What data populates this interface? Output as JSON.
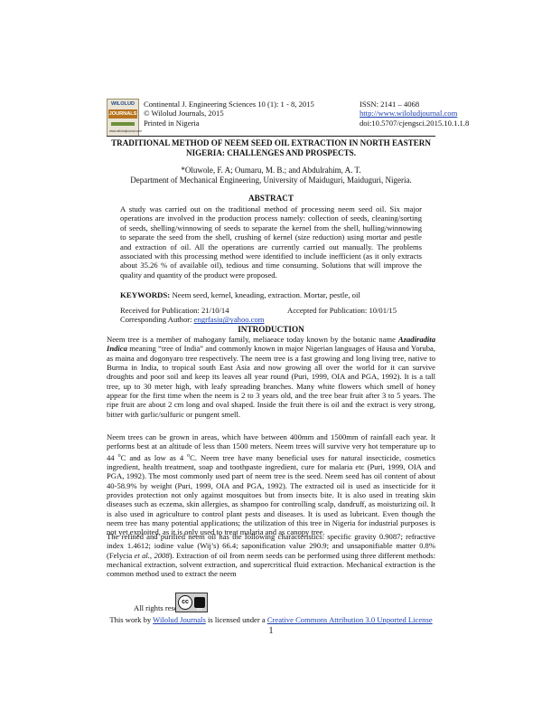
{
  "logo": {
    "line1": "WILOLUD",
    "line2": "JOURNALS",
    "line3": "www.wiloludjournal.com"
  },
  "header": {
    "journal": "Continental J. Engineering Sciences 10 (1): 1 - 8, 2015",
    "copyright": "© Wilolud Journals, 2015",
    "printed": "Printed in Nigeria",
    "issn": "ISSN: 2141 – 4068",
    "url": "http://www.wiloludjournal.com",
    "doi": "doi:10.5707/cjengsci.2015.10.1.1.8"
  },
  "title_line1": "TRADITIONAL METHOD OF NEEM SEED OIL EXTRACTION IN NORTH EASTERN",
  "title_line2": "NIGERIA: CHALLENGES AND PROSPECTS.",
  "authors": "*Oluwole, F. A; Oumaru, M. B.; and Abdulrahim, A. T.",
  "affiliation": "Department of Mechanical Engineering, University of Maiduguri, Maiduguri, Nigeria.",
  "abstract_heading": "ABSTRACT",
  "abstract_text": "A study was carried out on the traditional method of processing neem seed oil. Six major operations are involved in the production process namely: collection of seeds, cleaning/sorting of seeds, shelling/winnowing of seeds to separate the kernel from the shell, hulling/winnowing to separate the seed from the shell, crushing of kernel (size reduction) using mortar and pestle and extraction of oil. All the operations are currently carried out manually. The problems associated with this processing method were identified to include inefficient (as it only extracts about 35.26 % of available oil), tedious and time consuming. Solutions that will improve the quality and quantity of the product were proposed.",
  "keywords_label": "KEYWORDS:",
  "keywords": "Neem seed, kernel, kneading, extraction. Mortar, pestle, oil",
  "received": "Received for Publication: 21/10/14",
  "accepted": "Accepted for Publication: 10/01/15",
  "corresponding_label": "Corresponding Author:",
  "corresponding_email": "engrfasiu@yahoo.com",
  "intro_heading": "INTRODUCTION",
  "para1": {
    "pre": "Neem tree is a member of mahogany family, meliaeace today known by the botanic name ",
    "italic": "Azadiradita Indica",
    "post": " meaning “tree of India” and commonly known in major Nigerian languages of Hausa and Yoruba, as maina and dogonyaro tree respectively. The neem tree is a fast growing and long living tree, native to Burma in India, to tropical south East Asia and now growing all over the world for it can survive droughts and poor soil and keep its leaves all year round (Puri, 1999, OIA and PGA, 1992). It is a tall tree, up to 30 meter high, with leafy spreading branches. Many white flowers which smell of honey appear for the first time when the neem is 2 to 3 years old, and the tree bear fruit after 3 to 5 years. The ripe fruit are about 2 cm long and oval shaped. Inside the fruit there is oil and the extract is very strong, bitter with garlic/sulfuric or pungent smell."
  },
  "para2": {
    "pre": "Neem trees can be grown in areas, which have between 400mm and 1500mm of rainfall each year. It performs best at an altitude of less than 1500 meters. Neem trees will survive very hot temperature up to 44 ",
    "deg1": "o",
    "mid": "C and as low as 4 ",
    "deg2": "o",
    "post": "C. Neem tree have many beneficial uses for natural insecticide, cosmetics ingredient, health treatment, soap and toothpaste ingredient, cure for malaria etc (Puri, 1999, OIA and PGA, 1992). The most commonly used part of neem tree is the seed. Neem seed has oil content of about 40-58.9% by weight (Puri, 1999, OIA and PGA, 1992). The extracted oil is used as insecticide for it provides protection not only against mosquitoes but from insects bite. It is also used in treating skin diseases such as eczema, skin allergies, as shampoo for controlling scalp, dandruff, as moisturizing oil. It is also used in agriculture to control plant pests and diseases. It is used as lubricant. Even though the neem tree has many potential applications; the utilization of this tree in Nigeria for industrial purposes is not yet exploited, as it is only used to treat malaria and as canopy tree."
  },
  "para3": {
    "pre": "The refined and purified neem oil has the following characteristics: specific gravity 0.9087; refractive index 1.4612; iodine value (Wij’s) 66.4; saponification value 290.9; and unsaponifiable matter 0.8% (Felycia ",
    "italic": "et al., 2008",
    "post": "). Extraction of oil from neem seeds can be performed using three different methods: mechanical extraction, solvent extraction, and supercritical fluid extraction. Mechanical extraction is the common method used to extract the neem"
  },
  "footer": {
    "rights": "All rights reserved",
    "cc_badge": "cc",
    "cc_by": "BY",
    "license_pre": "This work by ",
    "license_link1": "Wilolud Journals",
    "license_mid": " is licensed under a ",
    "license_link2": "Creative Commons Attribution 3.0 Unported License",
    "page_number": "1"
  }
}
